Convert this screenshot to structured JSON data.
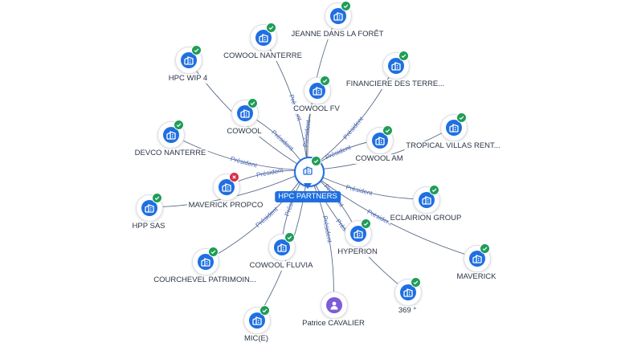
{
  "colors": {
    "accent": "#1f6fe0",
    "edge": "#5b6b86",
    "ok": "#1f9d57",
    "ko": "#d6304a",
    "person": "#7c5cd8"
  },
  "center": {
    "label": "HPC PARTNERS",
    "icon": "building-icon",
    "status": "ok"
  },
  "nodes": [
    {
      "id": "jeanne",
      "label": "JEANNE DANS LA FORÊT",
      "icon": "building-icon",
      "status": "ok",
      "edge": ""
    },
    {
      "id": "cowool-nanterre",
      "label": "COWOOL NANTERRE",
      "icon": "building-icon",
      "status": "ok",
      "edge": "Président"
    },
    {
      "id": "hpc-wip-4",
      "label": "HPC WIP 4",
      "icon": "building-icon",
      "status": "ok",
      "edge": ""
    },
    {
      "id": "financiere",
      "label": "FINANCIERE DES TERRE...",
      "icon": "building-icon",
      "status": "ok",
      "edge": "Président"
    },
    {
      "id": "cowool-fv",
      "label": "COWOOL FV",
      "icon": "building-icon",
      "status": "ok",
      "edge": "Président"
    },
    {
      "id": "cowool",
      "label": "COWOOL",
      "icon": "building-icon",
      "status": "ok",
      "edge": "Président"
    },
    {
      "id": "devco-nanterre",
      "label": "DEVCO NANTERRE",
      "icon": "building-icon",
      "status": "ok",
      "edge": "Président"
    },
    {
      "id": "tropical",
      "label": "TROPICAL VILLAS RENT...",
      "icon": "building-icon",
      "status": "ok",
      "edge": ""
    },
    {
      "id": "cowool-am",
      "label": "COWOOL AM",
      "icon": "building-icon",
      "status": "ok",
      "edge": "Président"
    },
    {
      "id": "maverick-propco",
      "label": "MAVERICK PROPCO",
      "icon": "building-icon",
      "status": "ko",
      "edge": "Président"
    },
    {
      "id": "hpp-sas",
      "label": "HPP SAS",
      "icon": "building-icon",
      "status": "ok",
      "edge": ""
    },
    {
      "id": "eclairion",
      "label": "ECLAIRION GROUP",
      "icon": "building-icon",
      "status": "ok",
      "edge": "Président"
    },
    {
      "id": "courchevel",
      "label": "COURCHEVEL PATRIMOIN...",
      "icon": "building-icon",
      "status": "ok",
      "edge": "Président"
    },
    {
      "id": "cowool-fluvia",
      "label": "COWOOL FLUVIA",
      "icon": "building-icon",
      "status": "ok",
      "edge": "Président"
    },
    {
      "id": "hyperion",
      "label": "HYPERION",
      "icon": "building-icon",
      "status": "ok",
      "edge": "Président"
    },
    {
      "id": "maverick",
      "label": "MAVERICK",
      "icon": "building-icon",
      "status": "ok",
      "edge": "Président"
    },
    {
      "id": "patrice",
      "label": "Patrice CAVALIER",
      "icon": "person-icon",
      "status": "",
      "edge": "Président"
    },
    {
      "id": "369",
      "label": "369 °",
      "icon": "building-icon",
      "status": "ok",
      "edge": "Président"
    },
    {
      "id": "mic",
      "label": "MIC(E)",
      "icon": "building-icon",
      "status": "ok",
      "edge": ""
    }
  ]
}
